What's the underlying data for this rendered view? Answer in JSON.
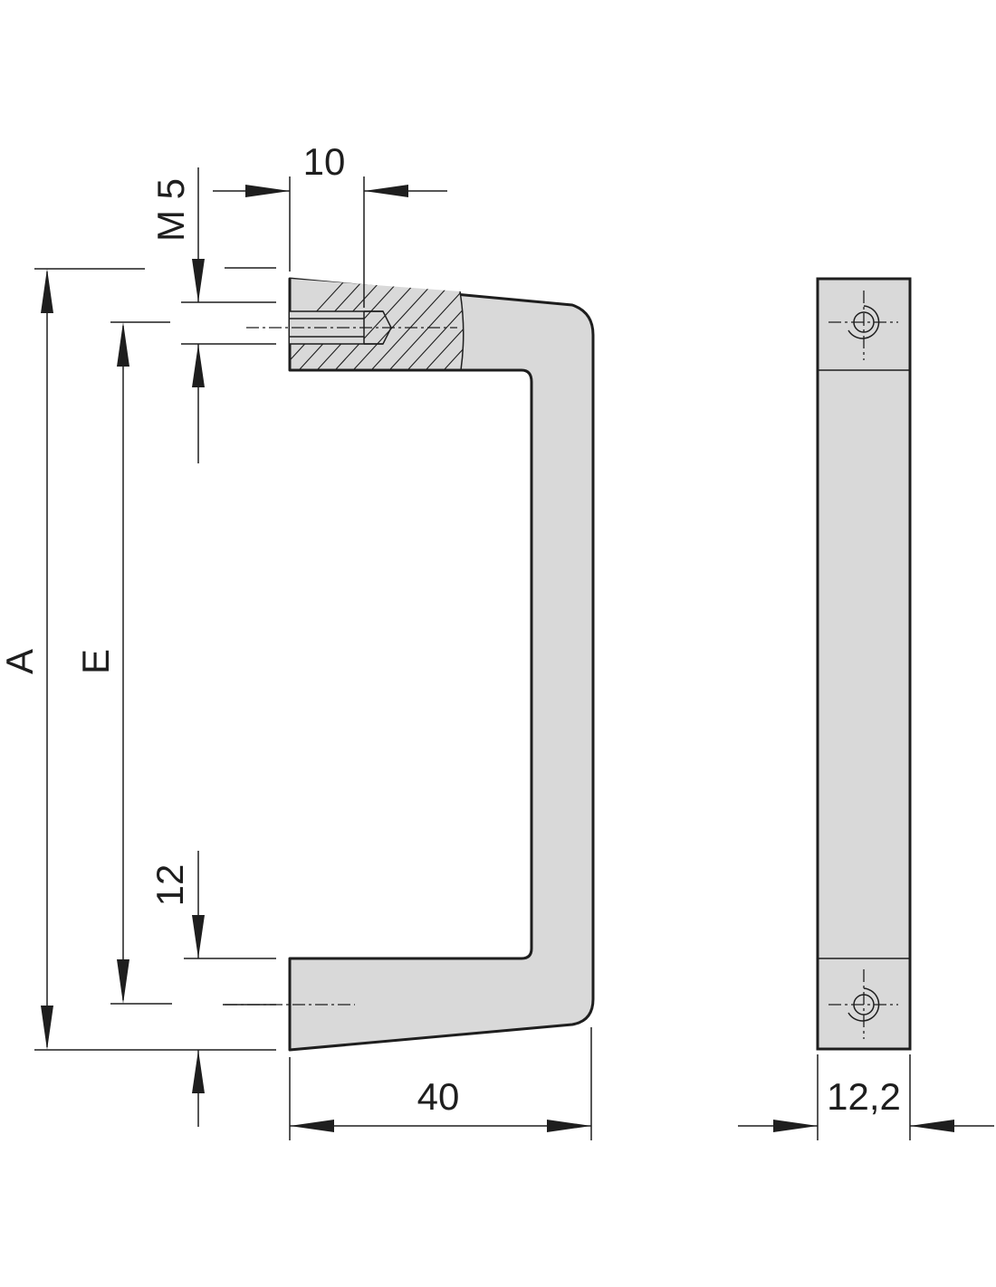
{
  "drawing": {
    "front_view": {
      "dimensions": {
        "thread": "M 5",
        "thread_depth": "10",
        "overall_length": "A",
        "hole_spacing": "E",
        "end_offset": "12",
        "depth": "40"
      }
    },
    "side_view": {
      "dimensions": {
        "width": "12,2"
      }
    },
    "colors": {
      "line": "#1e1e1e",
      "body_fill": "#d9d9d9",
      "background": "#ffffff"
    }
  }
}
